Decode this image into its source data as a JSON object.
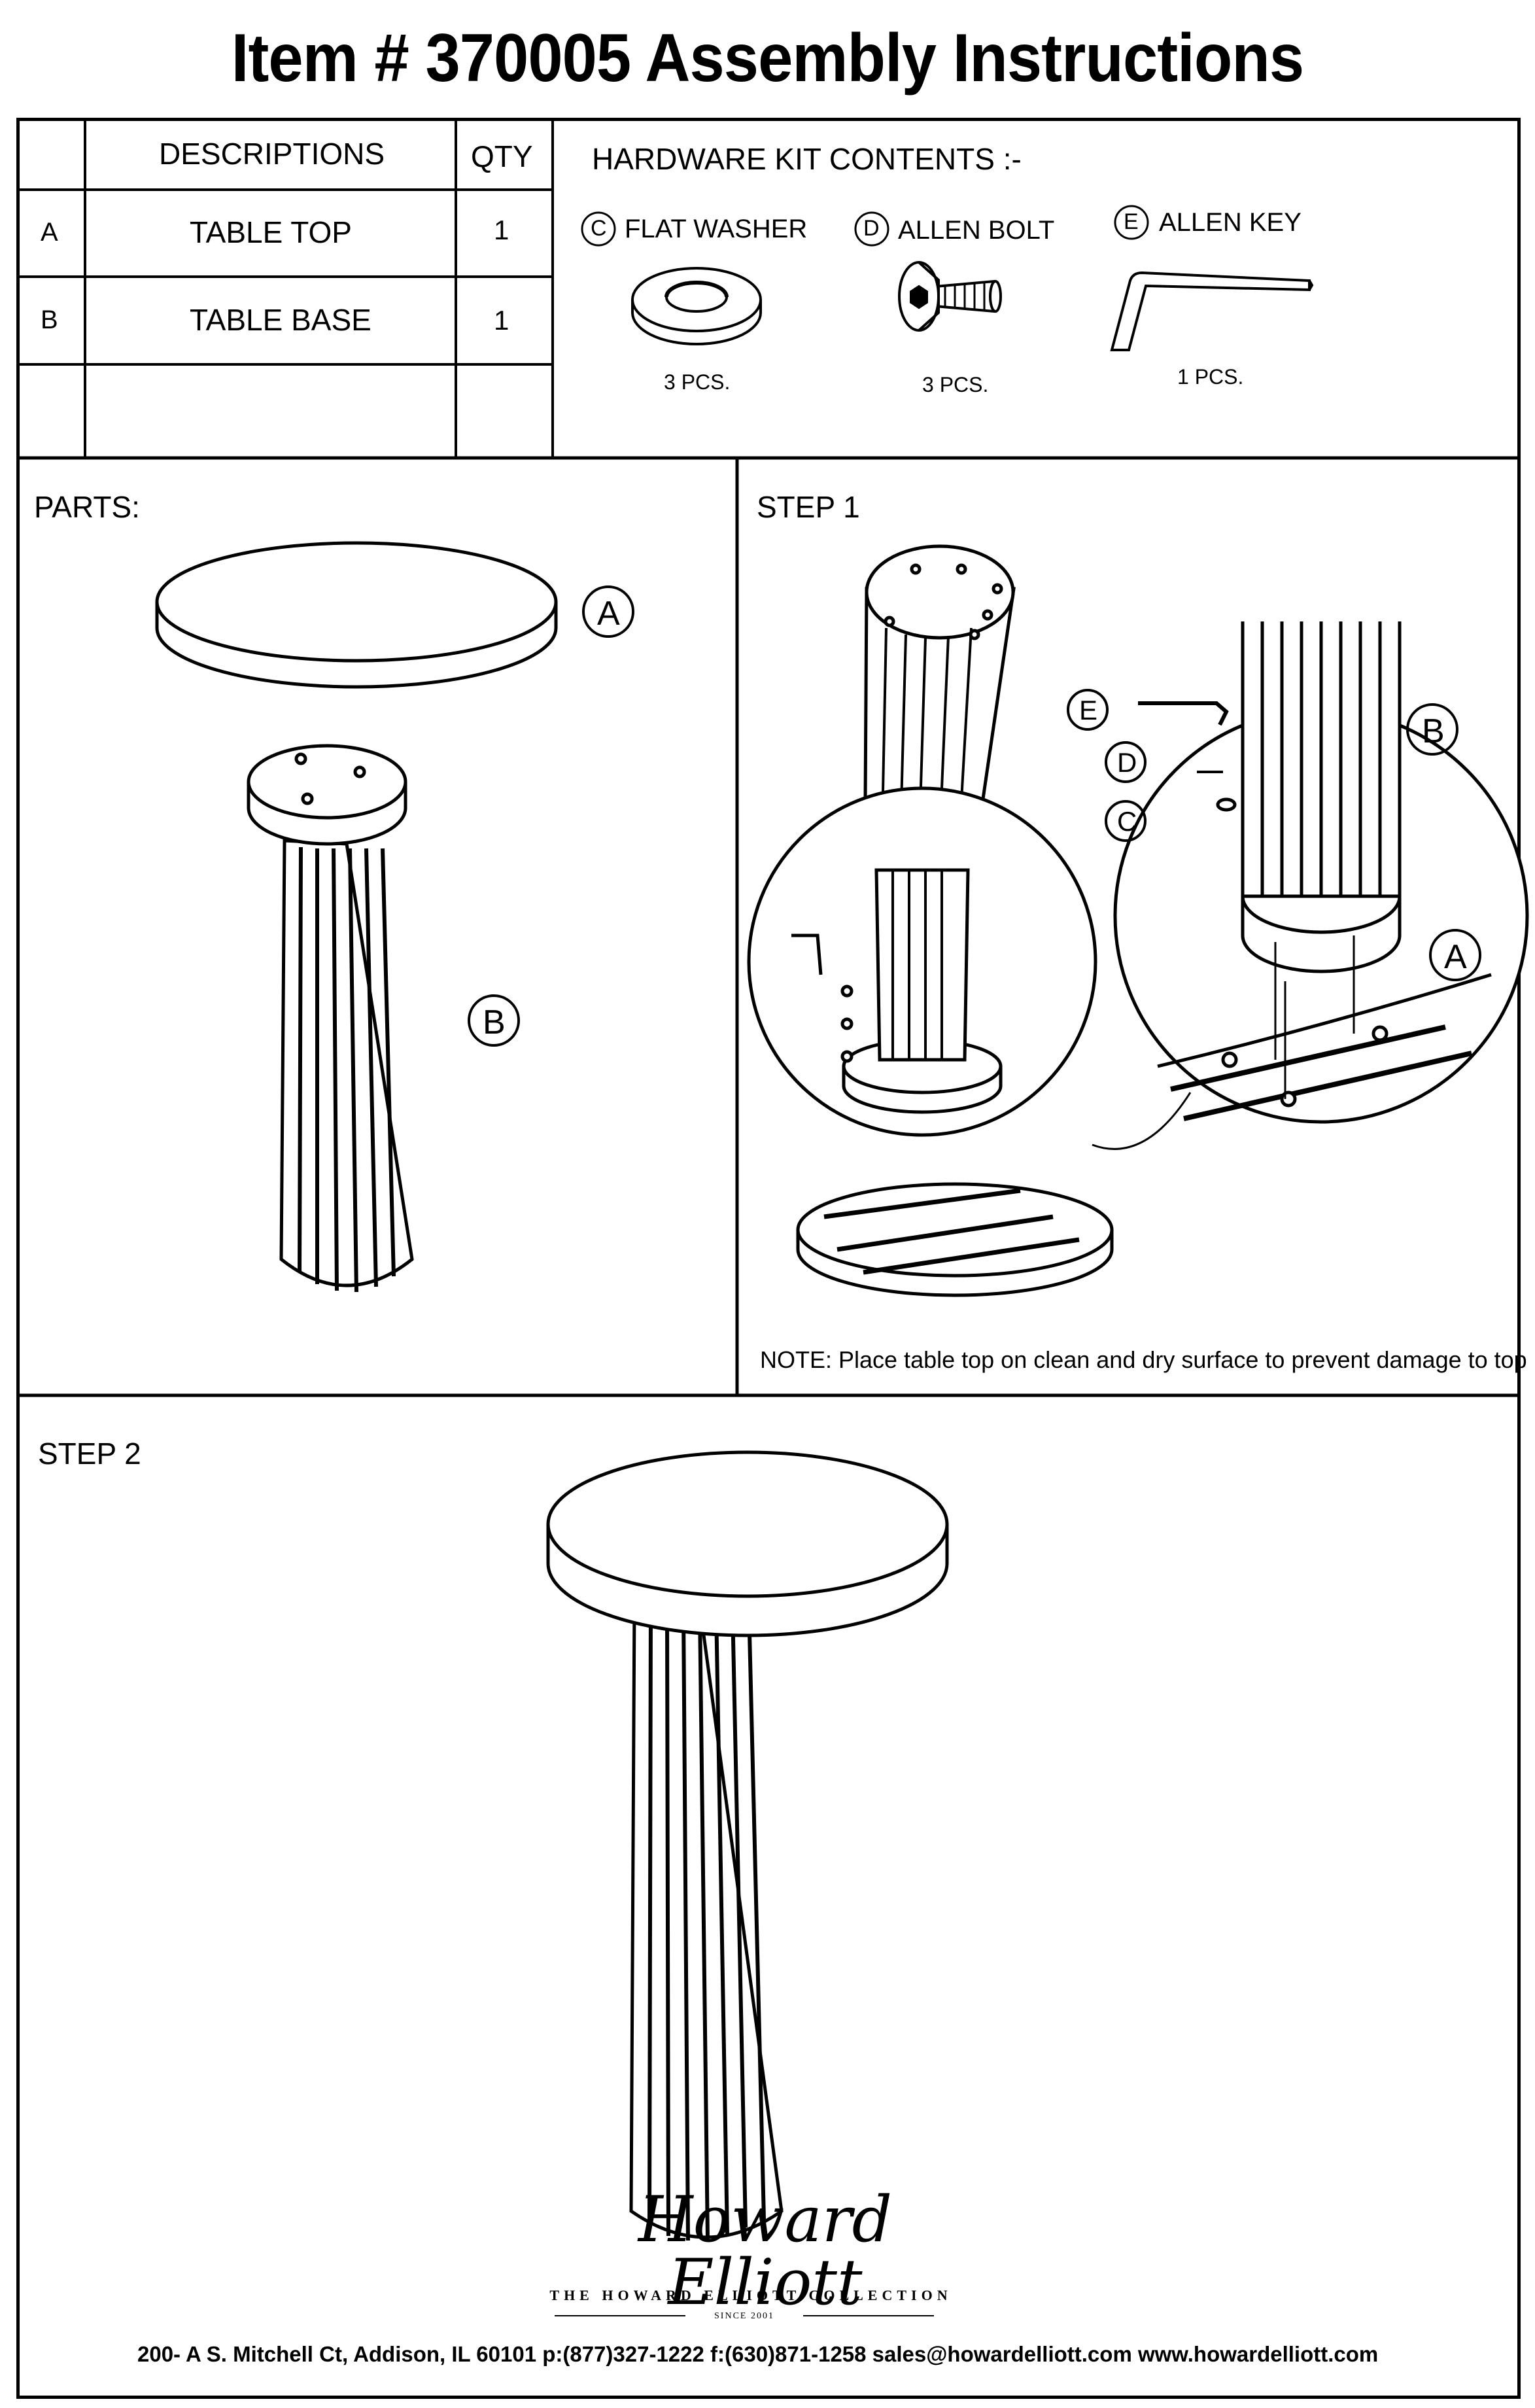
{
  "title": "Item # 370005 Assembly Instructions",
  "parts_table": {
    "header_descriptions": "DESCRIPTIONS",
    "header_qty": "QTY",
    "rows": [
      {
        "letter": "A",
        "description": "TABLE TOP",
        "qty": "1"
      },
      {
        "letter": "B",
        "description": "TABLE BASE",
        "qty": "1"
      }
    ]
  },
  "hardware": {
    "heading": "HARDWARE KIT CONTENTS :-",
    "items": [
      {
        "letter": "C",
        "name": "FLAT WASHER",
        "qty": "3 PCS.",
        "icon": "flat-washer-icon"
      },
      {
        "letter": "D",
        "name": "ALLEN BOLT",
        "qty": "3 PCS.",
        "icon": "allen-bolt-icon"
      },
      {
        "letter": "E",
        "name": "ALLEN KEY",
        "qty": "1 PCS.",
        "icon": "allen-key-icon"
      }
    ]
  },
  "parts_panel": {
    "label": "PARTS:",
    "callout_a": "A",
    "callout_b": "B"
  },
  "step1": {
    "label": "STEP 1",
    "callouts": {
      "e": "E",
      "b": "B",
      "d": "D",
      "c": "C",
      "a": "A"
    },
    "note": "NOTE: Place table top on clean and dry surface to prevent damage to top"
  },
  "step2": {
    "label": "STEP 2"
  },
  "footer": {
    "logo_signature": "Howard Elliott",
    "collection": "THE HOWARD ELLIOTT COLLECTION",
    "since": "SINCE 2001",
    "address": "200- A S. Mitchell Ct, Addison, IL 60101 p:(877)327-1222  f:(630)871-1258 sales@howardelliott.com  www.howardelliott.com"
  },
  "colors": {
    "ink": "#000000",
    "paper": "#ffffff"
  }
}
